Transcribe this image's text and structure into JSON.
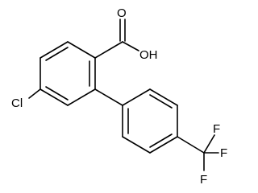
{
  "structure": {
    "atom_labels": {
      "carbonyl_oxygen": "O",
      "hydroxyl": "OH",
      "chlorine": "Cl",
      "fluorine_top": "F",
      "fluorine_right": "F",
      "fluorine_bottom": "F"
    },
    "line_color": "#000000",
    "background_color": "#ffffff"
  }
}
